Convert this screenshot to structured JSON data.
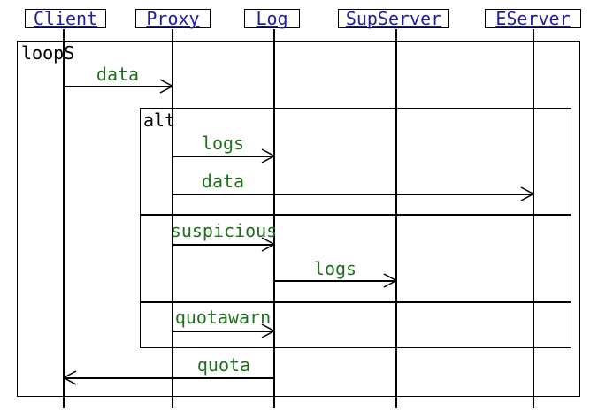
{
  "diagram": {
    "type": "uml-sequence-diagram",
    "participants": [
      {
        "name": "Client"
      },
      {
        "name": "Proxy"
      },
      {
        "name": "Log"
      },
      {
        "name": "SupServer"
      },
      {
        "name": "EServer"
      }
    ],
    "frames": {
      "loop": {
        "label": "loopS"
      },
      "alt": {
        "label": "alt",
        "sections": 3
      }
    },
    "messages": [
      {
        "label": "data",
        "from": "Client",
        "to": "Proxy",
        "direction": "right"
      },
      {
        "label": "logs",
        "from": "Proxy",
        "to": "Log",
        "direction": "right"
      },
      {
        "label": "data",
        "from": "Proxy",
        "to": "EServer",
        "direction": "right"
      },
      {
        "label": "suspicious",
        "from": "Proxy",
        "to": "Log",
        "direction": "right"
      },
      {
        "label": "logs",
        "from": "Log",
        "to": "SupServer",
        "direction": "right"
      },
      {
        "label": "quotawarn",
        "from": "Proxy",
        "to": "Log",
        "direction": "right"
      },
      {
        "label": "quota",
        "from": "Log",
        "to": "Client",
        "direction": "left"
      }
    ],
    "arrow_style": "open-arrowhead"
  },
  "colors": {
    "participant_link": "#1e1e9c",
    "message_text": "#1e6f1e",
    "line": "#000000",
    "background": "#ffffff"
  }
}
